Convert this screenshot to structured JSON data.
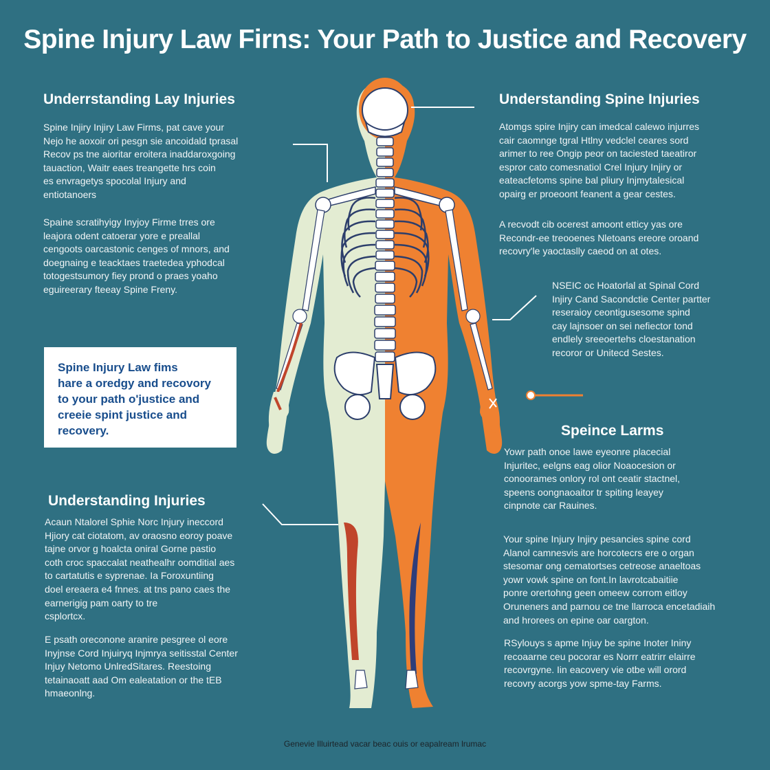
{
  "title": "Spine Injury Law Firns: Your Path to Justice and Recovery",
  "colors": {
    "background": "#2f7082",
    "body_left": "#e3ecd2",
    "body_right": "#ef8131",
    "spine": "#ffffff",
    "accent_red": "#c0452b",
    "accent_blue": "#2e3d7a"
  },
  "left": {
    "heading_1": "Underrstanding Lay Injuries",
    "para_1": [
      "Spine Injiry Injiry Law Firms, pat cave your",
      "Nejo he aoxoir ori pesgn sie ancoidald tprasal",
      "Recov ps tne aioritar eroitera inaddaroxgoing",
      "tauaction, Waitr eaes treangette hrs coin",
      "es envragetys spocolal Injury and",
      "entiotanoers"
    ],
    "para_2": [
      "Spaine scratihyigy Inyjoy Firme trres ore",
      "leajora odent catoerar yore e preallal",
      "cengoots oarcastonic cenges of mnors, and",
      "doegnaing e teacktaes traetedea yphodcal",
      "totogestsumory fiey prond o praes yoaho",
      "eguireerary fteeay Spine Freny."
    ],
    "callout": [
      "Spine Injury Law fims",
      "hare a oredgy and recovory",
      "to your path o'justice and",
      "creeie spint justice and",
      "recovery."
    ],
    "heading_2": "Understanding Injuries",
    "para_3": [
      "Acaun Ntalorel Sphie Norc Injury ineccord",
      "Hjiory cat ciotatom, av oraosno eoroy poave",
      "tajne orvor g hoalcta oniral Gorne pastio",
      "coth croc spaccalat neathealhr oomditial aes",
      "to cartatutis e syprenae. Ia Foroxuntiing",
      "doel ereaera e4 fnnes. at tns pano caes the",
      "earnerigig pam oarty to tre",
      "csplortcx."
    ],
    "para_4": [
      "E psath oreconone aranire pesgree ol eore",
      "Inyjnse Cord Injuiryq Injmrya seitisstal Center",
      "Injuy Netomo UnlredSitares. Reestoing",
      "tetainaoatt aad Om ealeatation or the tEB",
      "hmaeonlng."
    ]
  },
  "right": {
    "heading_1": "Understanding Spine Injuries",
    "para_1": [
      "Atomgs spire Injiry can imedcal calewo injurres",
      "cair caomnge tgral Htlny vedclel ceares sord",
      "arimer to ree Ongip peor on taciested taeatiror",
      "espror cato comesnatiol Crel Injury Injiry or",
      "eateacfetoms spine bal pliury Injmytalesical",
      "opairg er proeoont feanent a gear cestes."
    ],
    "para_2": [
      "A recvodt cib ocerest amoont etticy yas ore",
      "Recondr-ee treooenes Nletoans ereore oroand",
      "recovry'le yaoctaslly caeod on at otes."
    ],
    "para_3": [
      "NSEIC oc Hoatorlal at Spinal Cord",
      "Injiry Cand Sacondctie Center partter",
      "reseraioy ceontigusesome spind",
      "cay lajnsoer on sei nefiector tond",
      "endlely sreeoertehs cloestanation",
      "recoror or Unitecd Sestes."
    ],
    "heading_2": "Speince Larms",
    "para_4": [
      "Yowr path onoe lawe eyeonre placecial",
      "Injuritec, eelgns eag olior Noaocesion or",
      "conoorames onlory rol ont ceatir stactnel,",
      "speens oongnaoaitor tr spiting leayey",
      "cinpnote car Rauines."
    ],
    "para_5": [
      "Your spine Injury Injiry pesancies spine cord",
      "Alanol camnesvis are horcotecrs ere o organ",
      "stesomar ong cematortses cetreose anaeltoas",
      "yowr vowk spine on font.In lavrotcabaitiie",
      "ponre orertohng geen omeew corrom eitloy",
      "Oruneners and parnou ce tne llarroca encetadiaih",
      "and hrorees on epine oar oargton."
    ],
    "para_6": [
      "RSylouys s apme Injuy be spine Inoter Ininy",
      "recoaarne ceu pocorar es Norrr eatrirr elairre",
      "recovrgyne. Iin eacovery vie otbe will orord",
      "recovry acorgs yow spme-tay Farms."
    ]
  },
  "footer": "Genevie Illuirtead vacar beac ouis or eapalream lrumac"
}
